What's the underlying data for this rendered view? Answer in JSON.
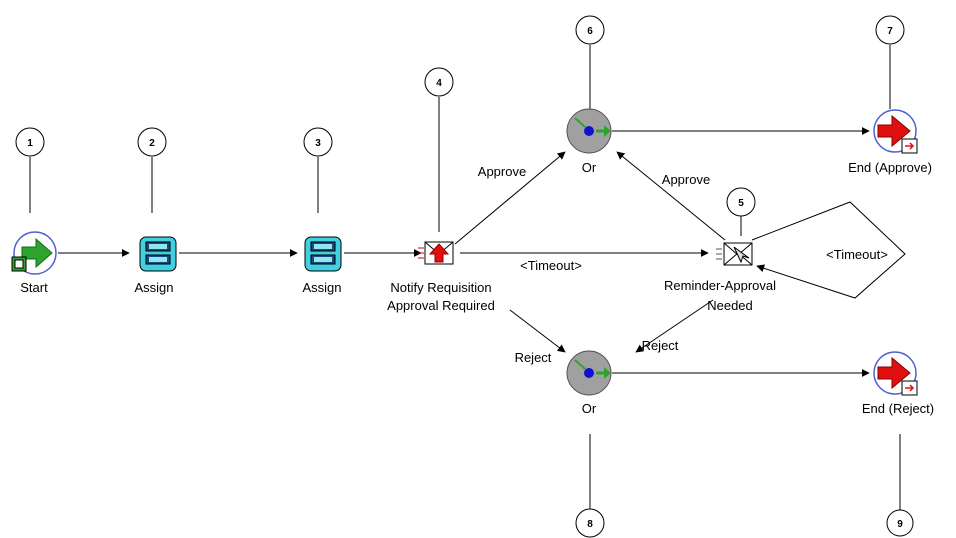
{
  "diagram": {
    "nodes": {
      "start": {
        "label": "Start",
        "icon": "start-process-icon"
      },
      "assign1": {
        "label": "Assign",
        "icon": "database-function-icon"
      },
      "assign2": {
        "label": "Assign",
        "icon": "database-function-icon"
      },
      "notify": {
        "label_line1": "Notify Requisition",
        "label_line2": "Approval Required",
        "icon": "notification-envelope-icon"
      },
      "or_top": {
        "label": "Or",
        "icon": "or-join-icon"
      },
      "or_bottom": {
        "label": "Or",
        "icon": "or-join-icon"
      },
      "reminder": {
        "label_line1": "Reminder-Approval",
        "label_line2": "Needed",
        "icon": "reminder-envelope-icon"
      },
      "end_approve": {
        "label": "End (Approve)",
        "icon": "end-process-icon"
      },
      "end_reject": {
        "label": "End (Reject)",
        "icon": "end-process-icon"
      }
    },
    "transitions": {
      "notify_approve": "Approve",
      "notify_timeout": "<Timeout>",
      "notify_reject": "Reject",
      "reminder_approve": "Approve",
      "reminder_reject": "Reject",
      "reminder_timeout": "<Timeout>"
    },
    "callouts": [
      "1",
      "2",
      "3",
      "4",
      "5",
      "6",
      "7",
      "8",
      "9"
    ]
  },
  "colors": {
    "line": "#000000",
    "start_green": "#2ea32e",
    "end_red": "#e01010",
    "assign_cyan": "#40d0e0",
    "or_gray": "#a0a0a0",
    "or_blue": "#1010d0",
    "node_ring_blue": "#5060d0"
  }
}
